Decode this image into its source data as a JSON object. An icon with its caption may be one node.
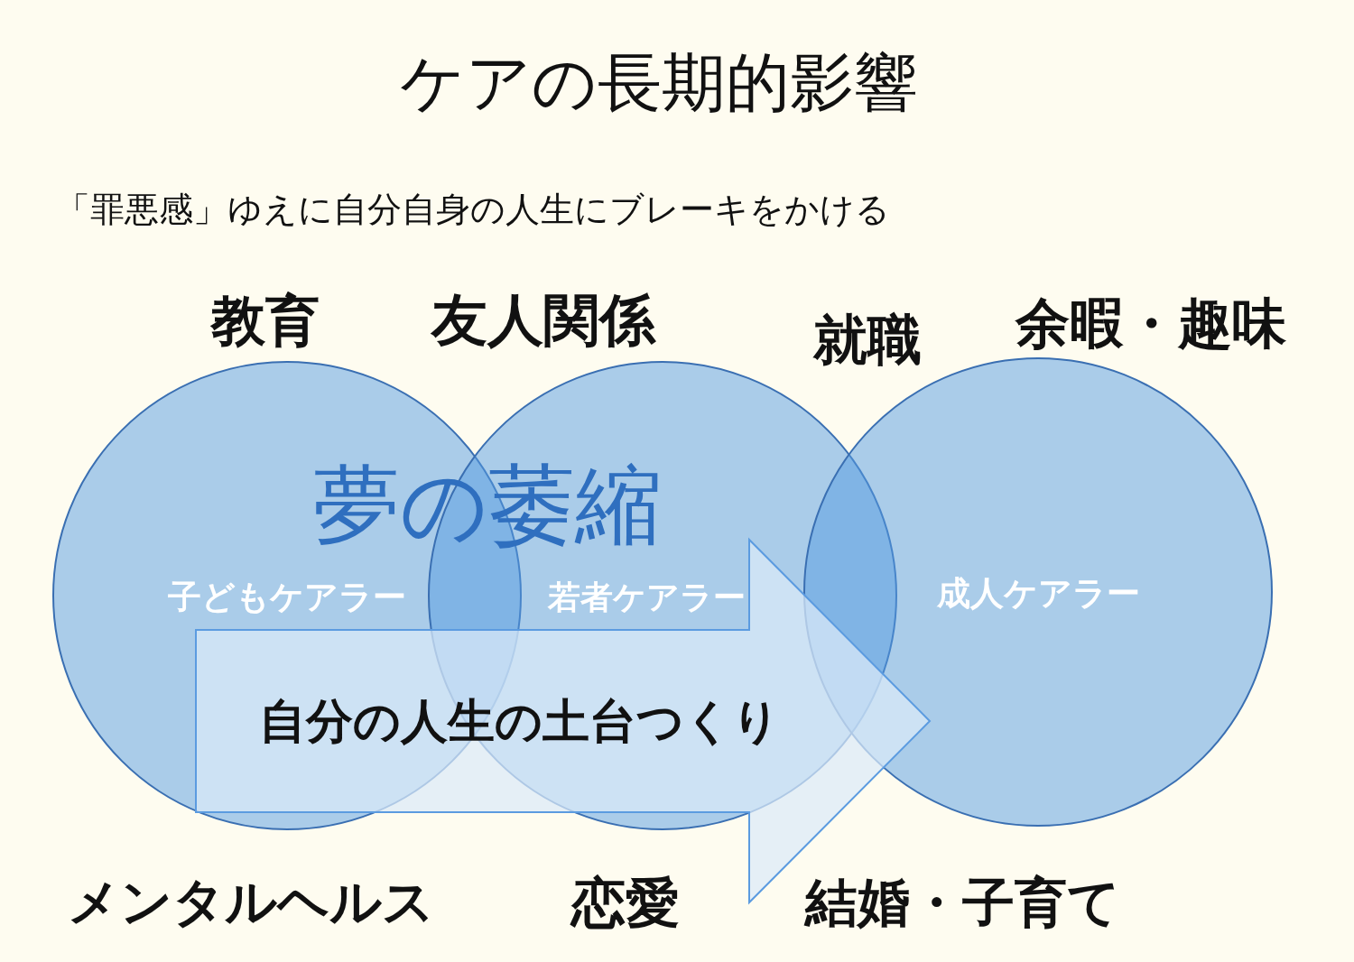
{
  "diagram": {
    "title": "ケアの長期的影響",
    "nodes": [
      {
        "text": [
          "子どもケアラー"
        ]
      },
      {
        "text": [
          "若者ケアラー"
        ]
      },
      {
        "text": [
          "成人ケアラー"
        ]
      }
    ],
    "edges": [
      {
        "from": 0,
        "to": 2,
        "arrow": "to",
        "label": "自分の人生の土台つくり"
      }
    ],
    "labels": [
      "「罪悪感」ゆえに自分自身の人生にブレーキをかける",
      "教育",
      "友人関係",
      "就職",
      "余暇・趣味",
      "夢の萎縮",
      "メンタルヘルス",
      "恋愛",
      "結婚・子育て"
    ]
  }
}
